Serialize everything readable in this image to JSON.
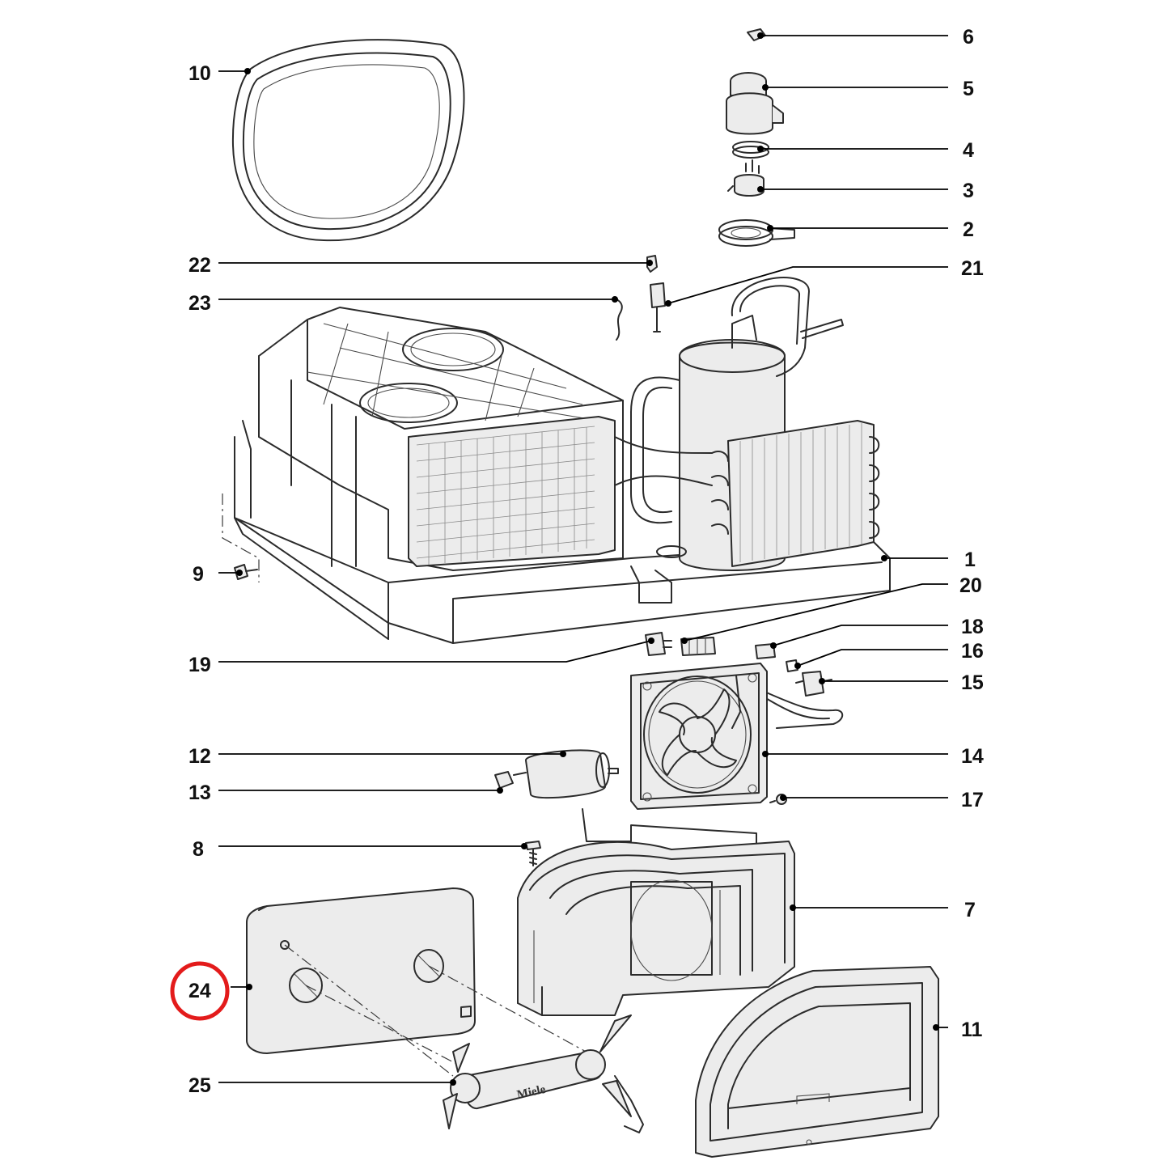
{
  "colors": {
    "highlight": "#e31b1b",
    "line": "#2b2b2b",
    "background": "#ffffff"
  },
  "brand_mark": "Miele",
  "callouts": [
    {
      "id": "1",
      "label": "1"
    },
    {
      "id": "2",
      "label": "2"
    },
    {
      "id": "3",
      "label": "3"
    },
    {
      "id": "4",
      "label": "4"
    },
    {
      "id": "5",
      "label": "5"
    },
    {
      "id": "6",
      "label": "6"
    },
    {
      "id": "7",
      "label": "7"
    },
    {
      "id": "8",
      "label": "8"
    },
    {
      "id": "9",
      "label": "9"
    },
    {
      "id": "10",
      "label": "10"
    },
    {
      "id": "11",
      "label": "11"
    },
    {
      "id": "12",
      "label": "12"
    },
    {
      "id": "13",
      "label": "13"
    },
    {
      "id": "14",
      "label": "14"
    },
    {
      "id": "15",
      "label": "15"
    },
    {
      "id": "16",
      "label": "16"
    },
    {
      "id": "17",
      "label": "17"
    },
    {
      "id": "18",
      "label": "18"
    },
    {
      "id": "19",
      "label": "19"
    },
    {
      "id": "20",
      "label": "20"
    },
    {
      "id": "21",
      "label": "21"
    },
    {
      "id": "22",
      "label": "22"
    },
    {
      "id": "23",
      "label": "23"
    },
    {
      "id": "24",
      "label": "24",
      "highlighted": true
    },
    {
      "id": "25",
      "label": "25"
    }
  ]
}
